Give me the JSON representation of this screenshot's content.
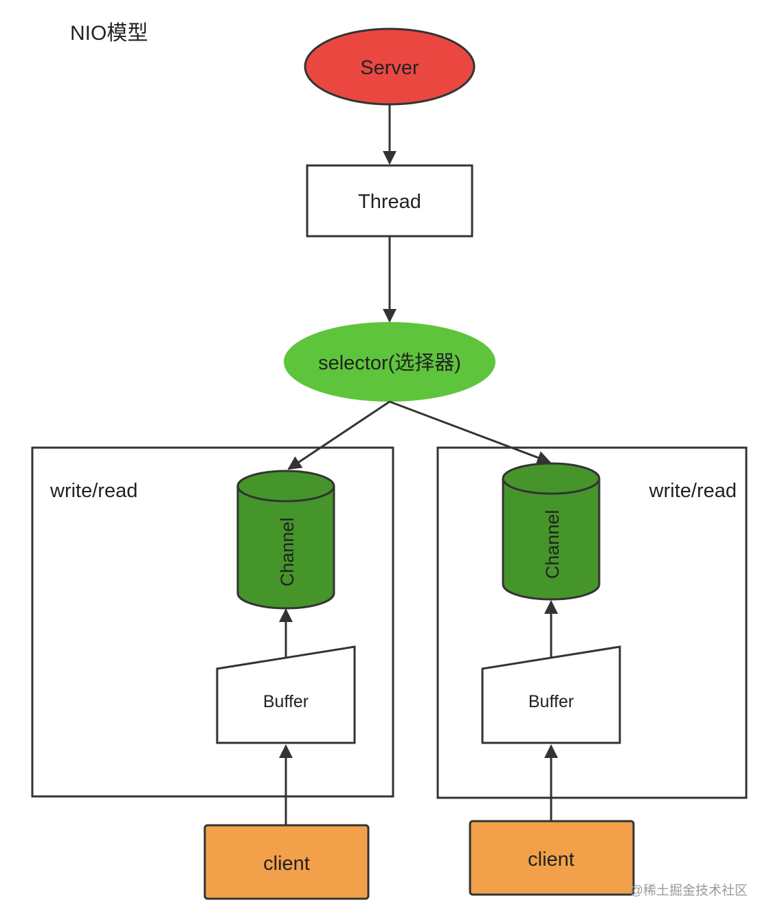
{
  "title": "NIO模型",
  "server": {
    "label": "Server",
    "color": "#ea4741"
  },
  "thread": {
    "label": "Thread"
  },
  "selector": {
    "label": "selector(选择器)",
    "color": "#5ec43c"
  },
  "groups": [
    {
      "rw_label": "write/read",
      "channel_label": "Channel",
      "buffer_label": "Buffer",
      "client_label": "client"
    },
    {
      "rw_label": "write/read",
      "channel_label": "Channel",
      "buffer_label": "Buffer",
      "client_label": "client"
    }
  ],
  "colors": {
    "channel_fill": "#45952a",
    "client_fill": "#f2a04a",
    "stroke": "#333333"
  },
  "watermark": "@稀土掘金技术社区"
}
